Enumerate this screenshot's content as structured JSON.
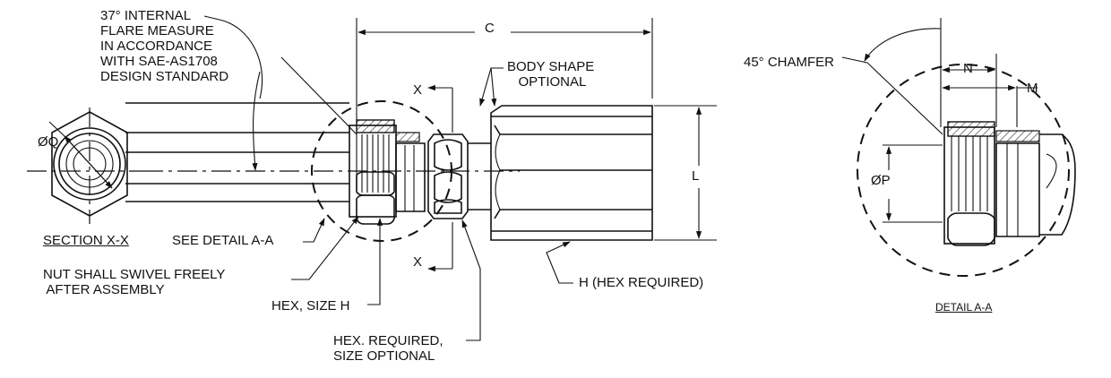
{
  "labels": {
    "flare_note": "37° INTERNAL\nFLARE MEASURE\nIN ACCORDANCE\nWITH SAE-AS1708\nDESIGN STANDARD",
    "dia_q": "ØQ",
    "section_xx": "SECTION X-X",
    "see_detail": "SEE DETAIL A-A",
    "nut_swivel": "NUT SHALL SWIVEL FREELY\n AFTER ASSEMBLY",
    "hex_size_h": "HEX, SIZE H",
    "hex_required_optional": "HEX. REQUIRED,\nSIZE OPTIONAL",
    "dim_c": "C",
    "x_top": "X",
    "x_bottom": "X",
    "body_shape": "BODY SHAPE\n   OPTIONAL",
    "dim_l": "L",
    "h_hex_required": "H (HEX REQUIRED)",
    "chamfer": "45° CHAMFER",
    "dim_n": "N",
    "dim_m": "M",
    "dia_p": "ØP",
    "detail_aa": "DETAIL A-A"
  }
}
